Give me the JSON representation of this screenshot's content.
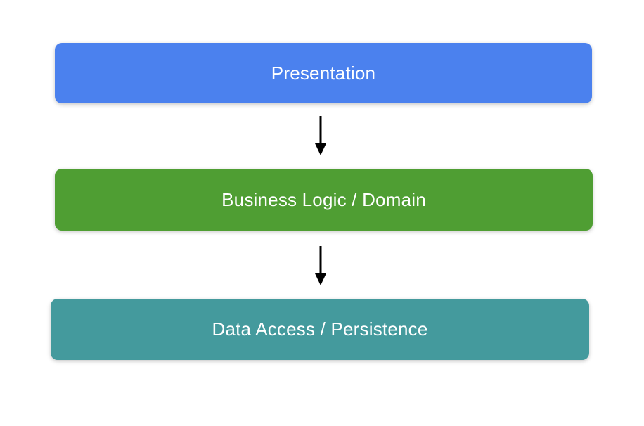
{
  "diagram": {
    "background_color": "#ffffff",
    "text_color": "#ffffff",
    "arrow_color": "#000000",
    "layers": [
      {
        "id": "presentation",
        "label": "Presentation",
        "color": "#4b81ee"
      },
      {
        "id": "business-logic",
        "label": "Business Logic / Domain",
        "color": "#4f9e33"
      },
      {
        "id": "data-access",
        "label": "Data Access / Persistence",
        "color": "#449a9d"
      }
    ]
  }
}
